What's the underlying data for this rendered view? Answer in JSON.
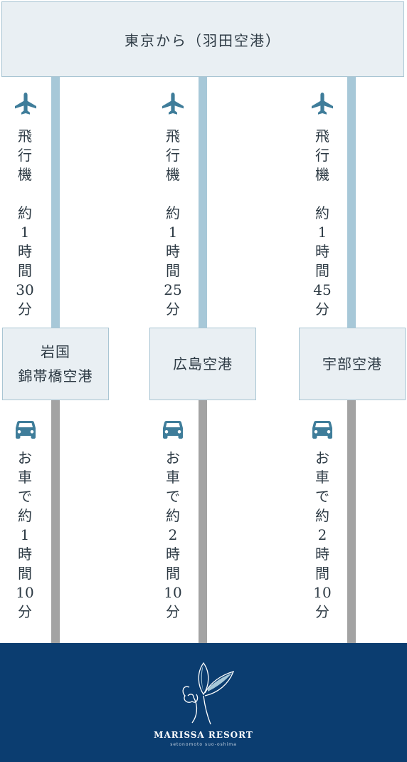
{
  "origin": {
    "label": "東京から（羽田空港）"
  },
  "routes": [
    {
      "air_icon": "airplane-icon",
      "air_text": [
        "飛",
        "行",
        "機",
        "",
        "約",
        "1",
        "時",
        "間",
        "30",
        "分"
      ],
      "airport_lines": [
        "岩国",
        "錦帯橋空港"
      ],
      "car_icon": "car-icon",
      "car_text": [
        "お",
        "車",
        "で",
        "約",
        "1",
        "時",
        "間",
        "10",
        "分"
      ]
    },
    {
      "air_icon": "airplane-icon",
      "air_text": [
        "飛",
        "行",
        "機",
        "",
        "約",
        "1",
        "時",
        "間",
        "25",
        "分"
      ],
      "airport_lines": [
        "広島空港"
      ],
      "car_icon": "car-icon",
      "car_text": [
        "お",
        "車",
        "で",
        "約",
        "2",
        "時",
        "間",
        "10",
        "分"
      ]
    },
    {
      "air_icon": "airplane-icon",
      "air_text": [
        "飛",
        "行",
        "機",
        "",
        "約",
        "1",
        "時",
        "間",
        "45",
        "分"
      ],
      "airport_lines": [
        "宇部空港"
      ],
      "car_icon": "car-icon",
      "car_text": [
        "お",
        "車",
        "で",
        "約",
        "2",
        "時",
        "間",
        "10",
        "分"
      ]
    }
  ],
  "destination": {
    "name": "MARISSA RESORT",
    "subtitle": "setonomoto suo-oshima"
  },
  "colors": {
    "air_line": "#a7c8d8",
    "car_line": "#a3a3a3",
    "icon": "#3f7d9a",
    "box_bg": "#e9eff3",
    "footer_bg": "#0b3d70"
  }
}
